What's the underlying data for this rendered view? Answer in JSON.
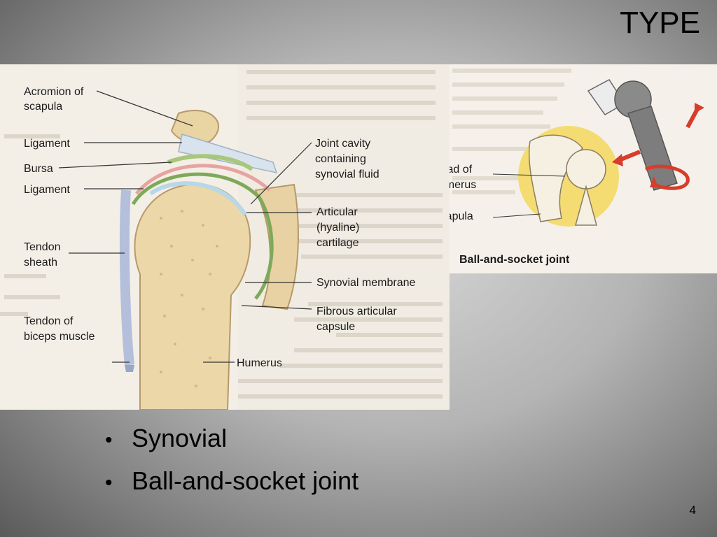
{
  "slide": {
    "title": "TYPE",
    "page_number": "4"
  },
  "left_figure": {
    "labels": {
      "acromion": [
        "Acromion of",
        "scapula"
      ],
      "ligament_top": "Ligament",
      "bursa": "Bursa",
      "ligament_bottom": "Ligament",
      "tendon_sheath": [
        "Tendon",
        "sheath"
      ],
      "tendon_biceps": [
        "Tendon of",
        "biceps muscle"
      ],
      "joint_cavity": [
        "Joint cavity",
        "containing",
        "synovial fluid"
      ],
      "articular_cartilage": [
        "Articular",
        "(hyaline)",
        "cartilage"
      ],
      "synovial_membrane": "Synovial membrane",
      "fibrous_capsule": [
        "Fibrous articular",
        "capsule"
      ],
      "humerus": "Humerus"
    }
  },
  "right_figure": {
    "labels": {
      "head_of_humerus": [
        "Head of",
        "humerus"
      ],
      "scapula": "Scapula",
      "caption": "Ball-and-socket joint"
    }
  },
  "bullets": [
    {
      "symbol": "•",
      "text": "Synovial"
    },
    {
      "symbol": "•",
      "text": "Ball-and-socket joint"
    }
  ]
}
